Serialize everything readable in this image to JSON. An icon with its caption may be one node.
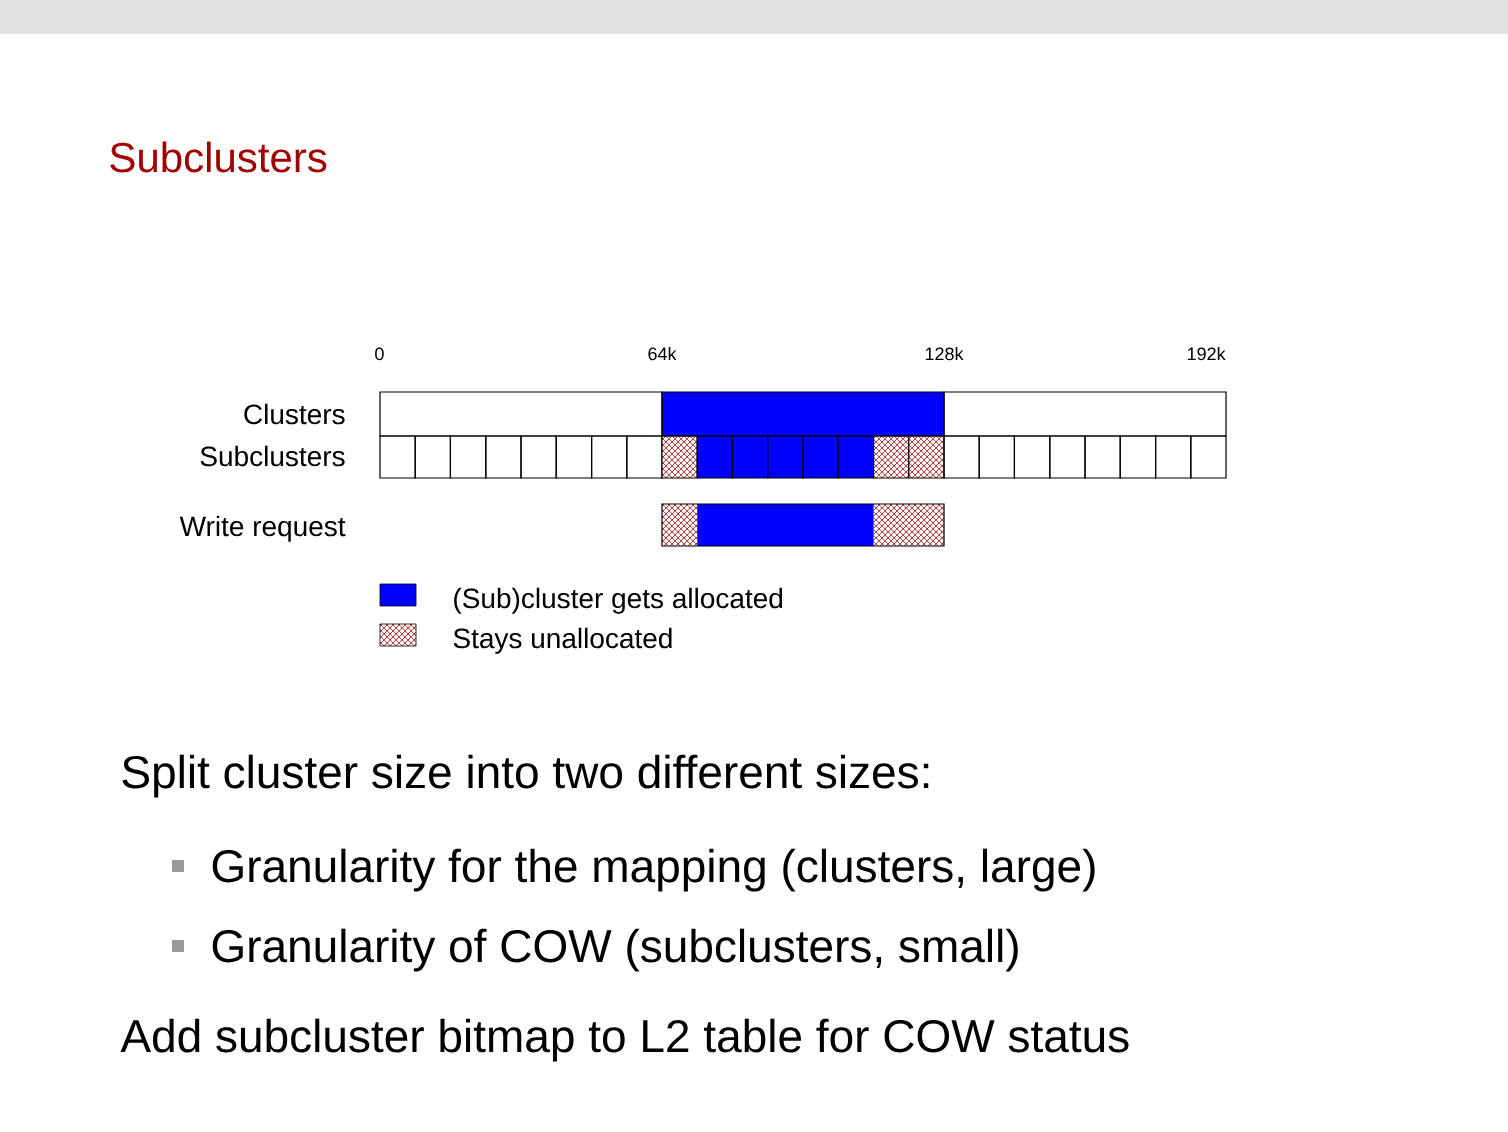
{
  "diagram": {
    "title": "Subclusters",
    "labels": [
      "0",
      "64k",
      "128k",
      "192k",
      "Clusters",
      "Subclusters",
      "Write request",
      "Split cluster size into two different sizes:",
      "Granularity for the mapping (clusters, large)",
      "Granularity of COW (subclusters, small)",
      "Add subcluster bitmap to L2 table for COW status"
    ],
    "legend": [
      {
        "text": "(Sub)cluster gets allocated",
        "color": "#0000ff"
      },
      {
        "text": "Stays unallocated"
      }
    ]
  }
}
